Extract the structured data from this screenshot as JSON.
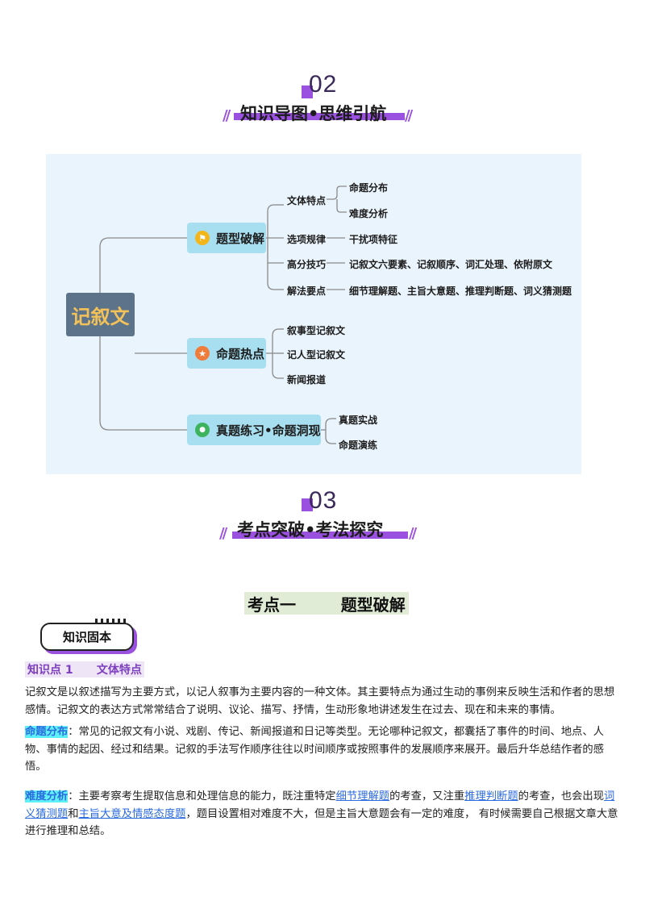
{
  "section02": {
    "number": "02",
    "title": "知识导图•思维引航"
  },
  "mindmap": {
    "root": "记叙文",
    "hubs": [
      {
        "label": "题型破解",
        "icon": "flag-icon",
        "icon_glyph": "⚑",
        "icon_color": "#f2b51c"
      },
      {
        "label": "命题热点",
        "icon": "star-icon",
        "icon_glyph": "★",
        "icon_color": "#f07c3c"
      },
      {
        "label": "真题练习•命题洞现",
        "icon": "lock-icon",
        "icon_glyph": "🔒",
        "icon_color": "#3cb35c"
      }
    ],
    "branches": {
      "wenti": "文体特点",
      "wenti_children": [
        "命题分布",
        "难度分析"
      ],
      "xuanxiang": "选项规律",
      "xuanxiang_child": "干扰项特征",
      "gaofen": "高分技巧",
      "gaofen_child": "记叙文六要素、记叙顺序、词汇处理、依附原文",
      "jiefa": "解法要点",
      "jiefa_child": "细节理解题、主旨大意题、推理判断题、词义猜测题",
      "hot": [
        "叙事型记叙文",
        "记人型记叙文",
        "新闻报道"
      ],
      "practice": [
        "真题实战",
        "命题演练"
      ]
    }
  },
  "section03": {
    "number": "03",
    "title": "考点突破•考法探究"
  },
  "kaodian": {
    "title": "考点一        题型破解"
  },
  "badge": "知识固本",
  "point1": {
    "title": "知识点 1      文体特点"
  },
  "paragraphs": {
    "p1": "记叙文是以叙述描写为主要方式，以记人叙事为主要内容的一种文体。其主要特点为通过生动的事例来反映生活和作者的思想感情。记叙文的表达方式常常结合了说明、议论、描写、抒情，生动形象地讲述发生在过去、现在和未来的事情。",
    "p2_tag": "命题分布",
    "p2_text": "：常见的记叙文有小说、戏剧、传记、新闻报道和日记等类型。无论哪种记叙文，都囊括了事件的时间、地点、人物、事情的起因、经过和结果。记叙的手法写作顺序往往以时间顺序或按照事件的发展顺序来展开。最后升华总结作者的感悟。",
    "p3_tag": "难度分析",
    "p3_a": "：主要考察考生提取信息和处理信息的能力，既注重特定",
    "p3_link1": "细节理解题",
    "p3_b": "的考查，又注重",
    "p3_link2": "推理判断题",
    "p3_c": "的考查，也会出现",
    "p3_link3": "词义猜测题",
    "p3_d": "和",
    "p3_link4": "主旨大意及情感态度题",
    "p3_e": "，题目设置相对难度不大，但是主旨大意题会有一定的难度，  有时候需要自己根据文章大意进行推理和总结。"
  }
}
